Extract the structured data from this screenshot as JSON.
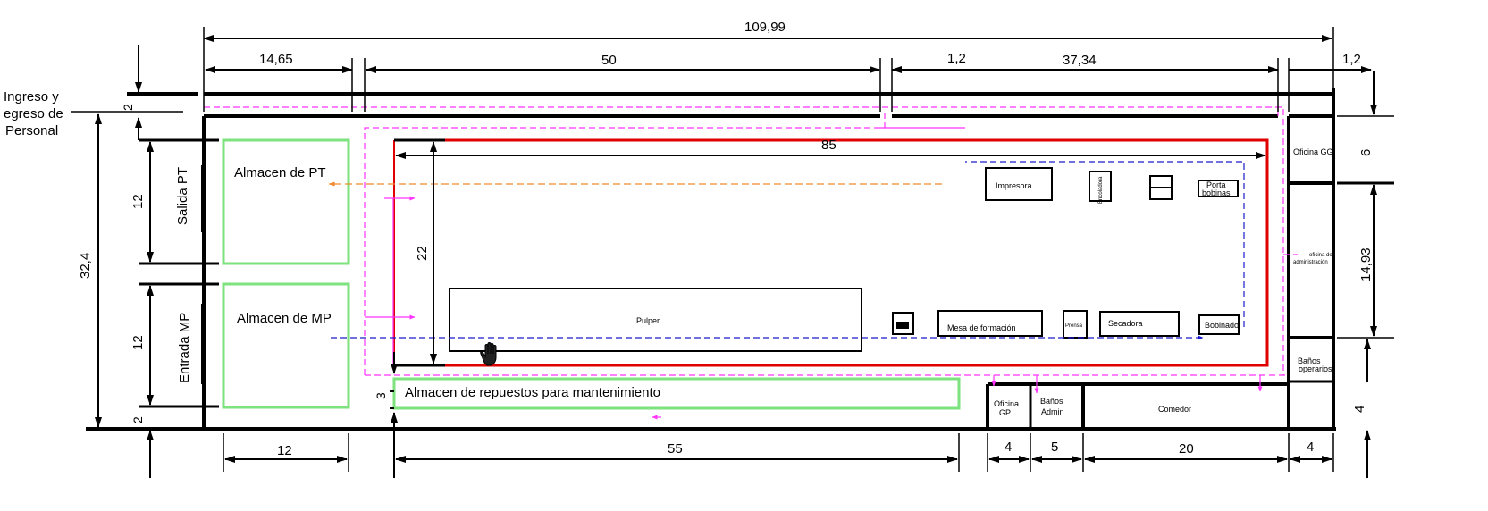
{
  "dimensions": {
    "total_length": "109,99",
    "seg_14_65": "14,65",
    "seg_50": "50",
    "seg_1_2_a": "1,2",
    "seg_37_34": "37,34",
    "seg_1_2_b": "1,2",
    "inner_85": "85",
    "inner_22": "22",
    "left_2_top": "2",
    "left_12_top": "12",
    "left_12_bottom": "12",
    "left_2_bottom": "2",
    "total_height": "32,4",
    "right_6": "6",
    "right_14_93": "14,93",
    "right_4": "4",
    "repuestos_3": "3",
    "bottom_12": "12",
    "bottom_55": "55",
    "bottom_4_a": "4",
    "bottom_5": "5",
    "bottom_20": "20",
    "bottom_4_b": "4"
  },
  "labels": {
    "ingreso_line1": "Ingreso y",
    "ingreso_line2": "egreso de",
    "ingreso_line3": "Personal",
    "salida_pt": "Salida PT",
    "entrada_mp": "Entrada MP"
  },
  "areas": {
    "almacen_pt": "Almacen de PT",
    "almacen_mp": "Almacen de MP",
    "almacen_repuestos": "Almacen de repuestos para mantenimiento"
  },
  "machines": {
    "pulper": "Pulper",
    "mesa_formacion": "Mesa de formación",
    "prensa": "Prensa",
    "secadora": "Secadora",
    "bobinado": "Bobinado",
    "impresora": "Impresora",
    "encoladora": "Encoladora",
    "porta_bobinas_1": "Porta",
    "porta_bobinas_2": "bobinas"
  },
  "rooms": {
    "oficina_gg": "Oficina GG",
    "oficina_admin_1": "oficina de",
    "oficina_admin_2": "administración",
    "banos_operarios_1": "Baños",
    "banos_operarios_2": "operarios",
    "oficina_gp_1": "Oficina",
    "oficina_gp_2": "GP",
    "banos_admin_1": "Baños",
    "banos_admin_2": "Admin",
    "comedor": "Comedor"
  },
  "colors": {
    "wall": "#000000",
    "storage_outline": "#7ee27e",
    "production_line": "#e00000",
    "personnel_flow": "#ff33ff",
    "material_flow": "#1a1acc",
    "product_flow": "#f08a2a"
  }
}
